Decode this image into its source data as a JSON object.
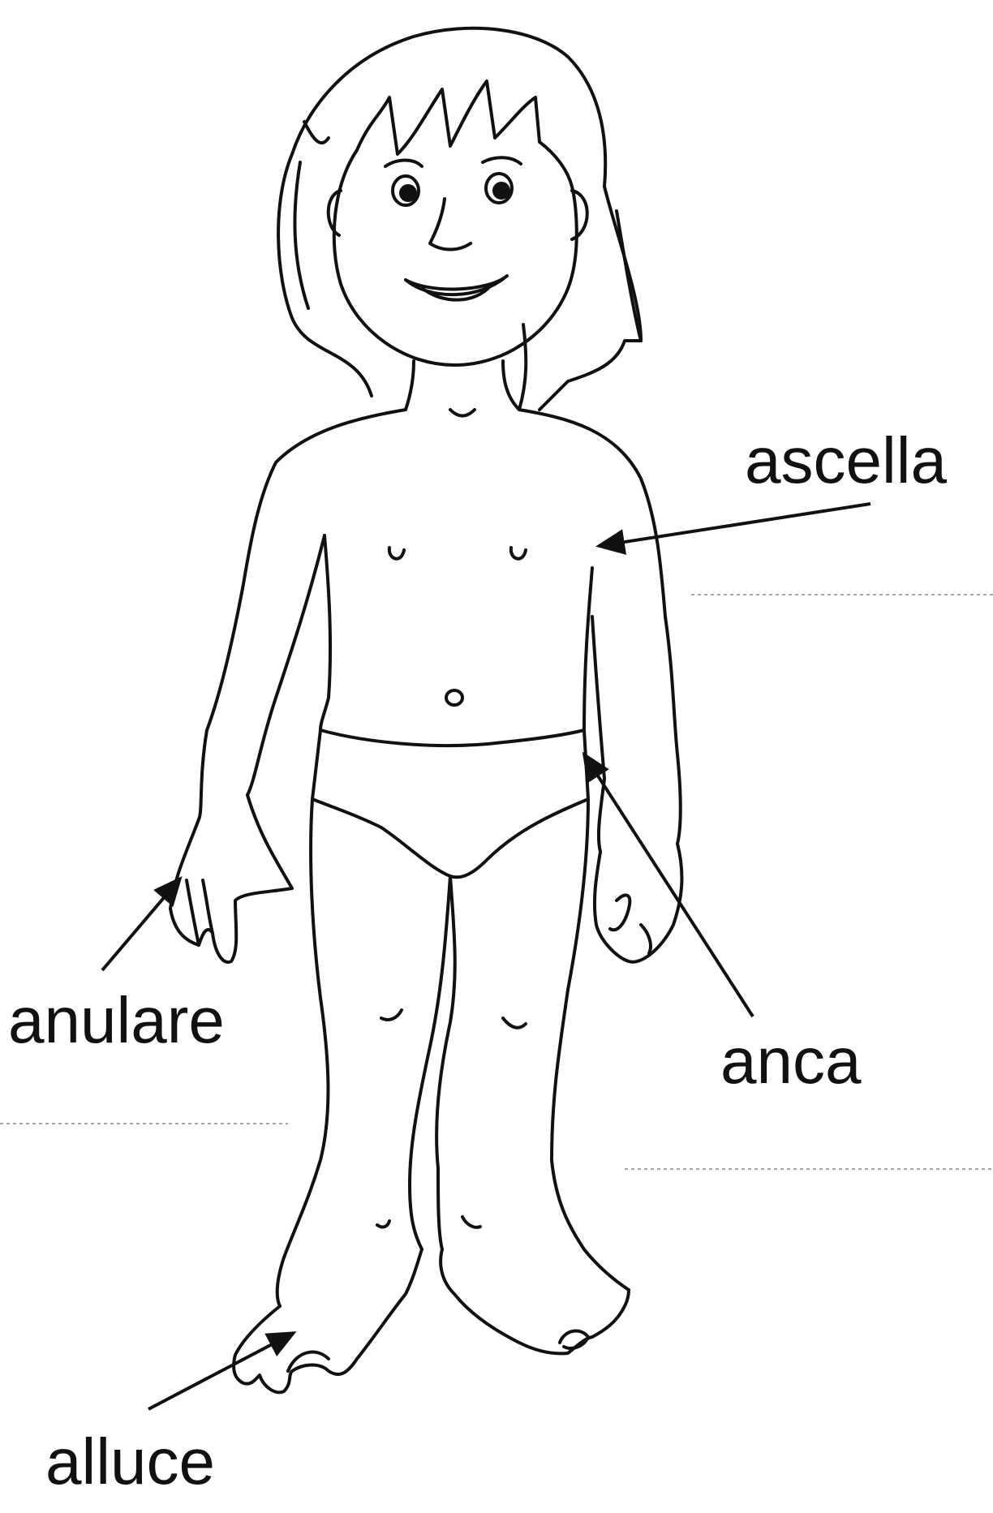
{
  "labels": {
    "ascella": "ascella",
    "anulare": "anulare",
    "anca": "anca",
    "alluce": "alluce"
  },
  "colors": {
    "ink": "#111111",
    "guide_line": "#888888",
    "background": "#ffffff"
  }
}
